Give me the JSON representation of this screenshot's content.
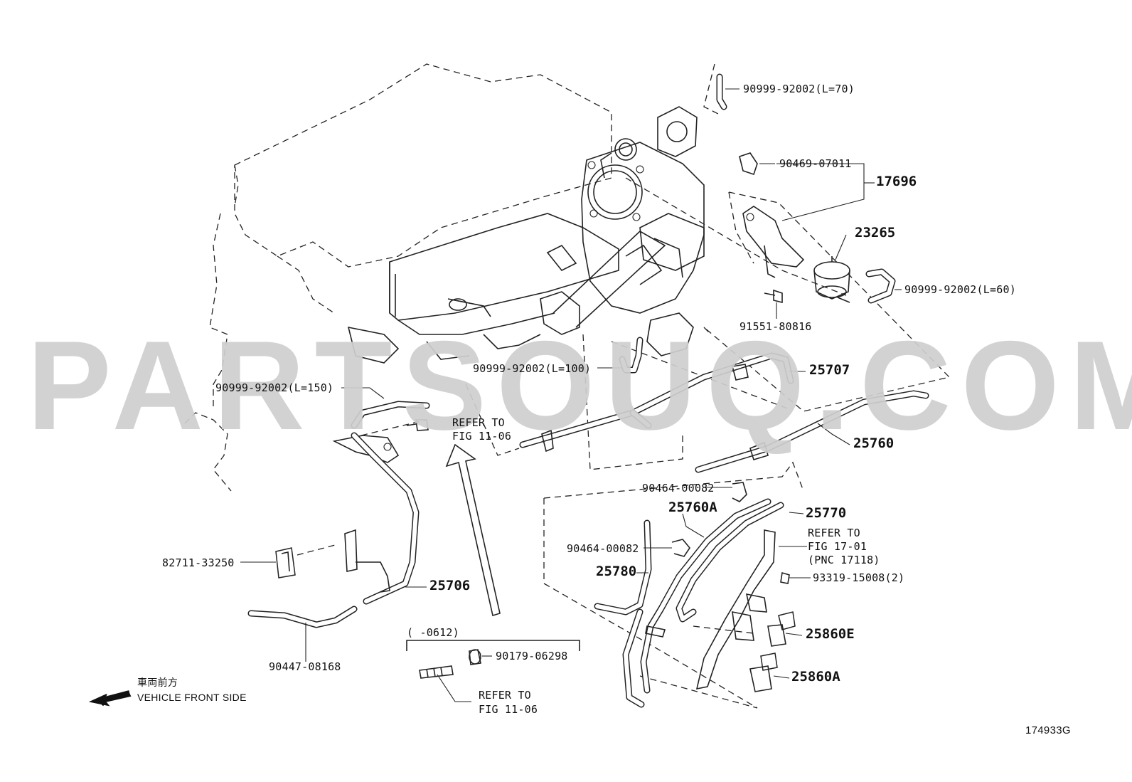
{
  "watermark": "PARTSOUQ.COM",
  "labels": {
    "p_hose_l70": "90999-92002(L=70)",
    "p_clip_top": "90469-07011",
    "p_17696": "17696",
    "p_23265": "23265",
    "p_hose_l60": "90999-92002(L=60)",
    "p_bolt_91551": "91551-80816",
    "p_hose_l100": "90999-92002(L=100)",
    "p_25707": "25707",
    "p_hose_l150": "90999-92002(L=150)",
    "p_refer_a1": "REFER TO",
    "p_refer_a2": "FIG 11-06",
    "p_25760": "25760",
    "p_clip_90464_a": "90464-00082",
    "p_25760a": "25760A",
    "p_25770": "25770",
    "p_refer_b1": "REFER TO",
    "p_refer_b2": "FIG 17-01",
    "p_refer_b3": "(PNC 17118)",
    "p_clip_90464_b": "90464-00082",
    "p_25780": "25780",
    "p_bolt_93319": "93319-15008(2)",
    "p_82711": "82711-33250",
    "p_25706": "25706",
    "p_25860e": "25860E",
    "p_25860a": "25860A",
    "p_90447": "90447-08168",
    "p_date_range": "(     -0612)",
    "p_90179": "90179-06298",
    "p_refer_c1": "REFER TO",
    "p_refer_c2": "FIG 11-06",
    "front_jp": "車両前方",
    "front_en": "VEHICLE FRONT SIDE",
    "fig_code": "174933G"
  }
}
